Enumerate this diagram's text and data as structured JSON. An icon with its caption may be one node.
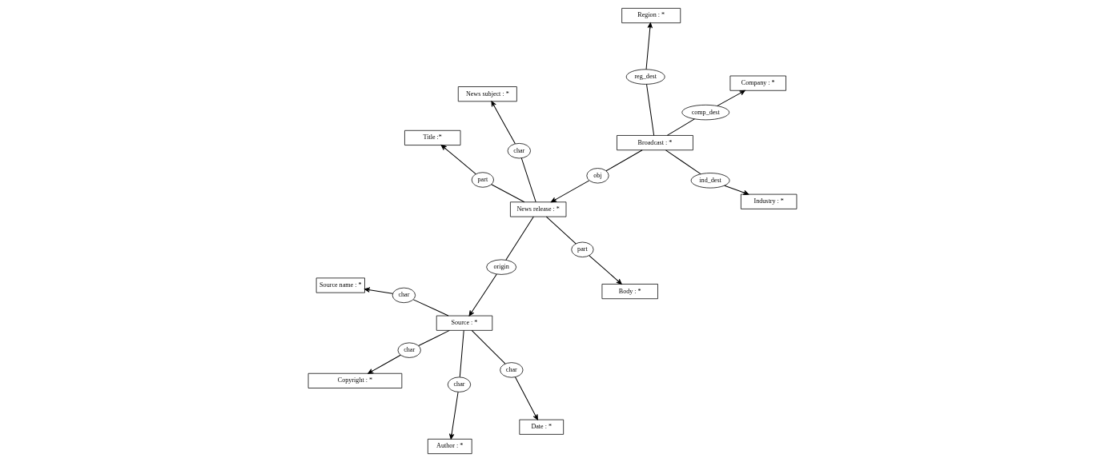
{
  "diagram": {
    "nodes": [
      {
        "text": [
          "Source name : *"
        ]
      },
      {
        "text": [
          "Date : *"
        ]
      },
      {
        "text": [
          "Author : *"
        ]
      },
      {
        "text": [
          "Copyright : *"
        ]
      },
      {
        "text": [
          "char"
        ]
      },
      {
        "text": [
          "char"
        ]
      },
      {
        "text": [
          "char"
        ]
      },
      {
        "text": [
          "char"
        ]
      },
      {
        "text": [
          "Source : *"
        ]
      },
      {
        "text": [
          "Industry : *"
        ]
      },
      {
        "text": [
          "origin"
        ]
      },
      {
        "text": [
          "ind_dest"
        ]
      },
      {
        "text": [
          "Body : *"
        ]
      },
      {
        "text": [
          "part"
        ]
      },
      {
        "text": [
          "News release : *"
        ]
      },
      {
        "text": [
          "obj"
        ]
      },
      {
        "text": [
          "Broadcast : *"
        ]
      },
      {
        "text": [
          "part"
        ]
      },
      {
        "text": [
          "char"
        ]
      },
      {
        "text": [
          "reg_dest"
        ]
      },
      {
        "text": [
          "comp_dest"
        ]
      },
      {
        "text": [
          "Title :*"
        ]
      },
      {
        "text": [
          "Company : *"
        ]
      },
      {
        "text": [
          "Region : *"
        ]
      },
      {
        "text": [
          "News subject : *"
        ]
      }
    ],
    "edges": [
      {
        "from": 8,
        "to": 6,
        "arrow": "none"
      },
      {
        "from": 6,
        "to": 2,
        "arrow": "to"
      },
      {
        "from": 8,
        "to": 4,
        "arrow": "none"
      },
      {
        "from": 4,
        "to": 0,
        "arrow": "to"
      },
      {
        "from": 8,
        "to": 5,
        "arrow": "none"
      },
      {
        "from": 5,
        "to": 1,
        "arrow": "to"
      },
      {
        "from": 8,
        "to": 7,
        "arrow": "none"
      },
      {
        "from": 7,
        "to": 3,
        "arrow": "to"
      },
      {
        "from": 14,
        "to": 10,
        "arrow": "none"
      },
      {
        "from": 10,
        "to": 8,
        "arrow": "to"
      },
      {
        "from": 14,
        "to": 13,
        "arrow": "none"
      },
      {
        "from": 13,
        "to": 12,
        "arrow": "to"
      },
      {
        "from": 14,
        "to": 17,
        "arrow": "none"
      },
      {
        "from": 17,
        "to": 21,
        "arrow": "to"
      },
      {
        "from": 14,
        "to": 18,
        "arrow": "none"
      },
      {
        "from": 18,
        "to": 24,
        "arrow": "to"
      },
      {
        "from": 16,
        "to": 15,
        "arrow": "none"
      },
      {
        "from": 15,
        "to": 14,
        "arrow": "to"
      },
      {
        "from": 16,
        "to": 11,
        "arrow": "none"
      },
      {
        "from": 11,
        "to": 9,
        "arrow": "to"
      },
      {
        "from": 16,
        "to": 19,
        "arrow": "none"
      },
      {
        "from": 19,
        "to": 23,
        "arrow": "to"
      },
      {
        "from": 16,
        "to": 20,
        "arrow": "none"
      },
      {
        "from": 20,
        "to": 22,
        "arrow": "to"
      }
    ]
  }
}
